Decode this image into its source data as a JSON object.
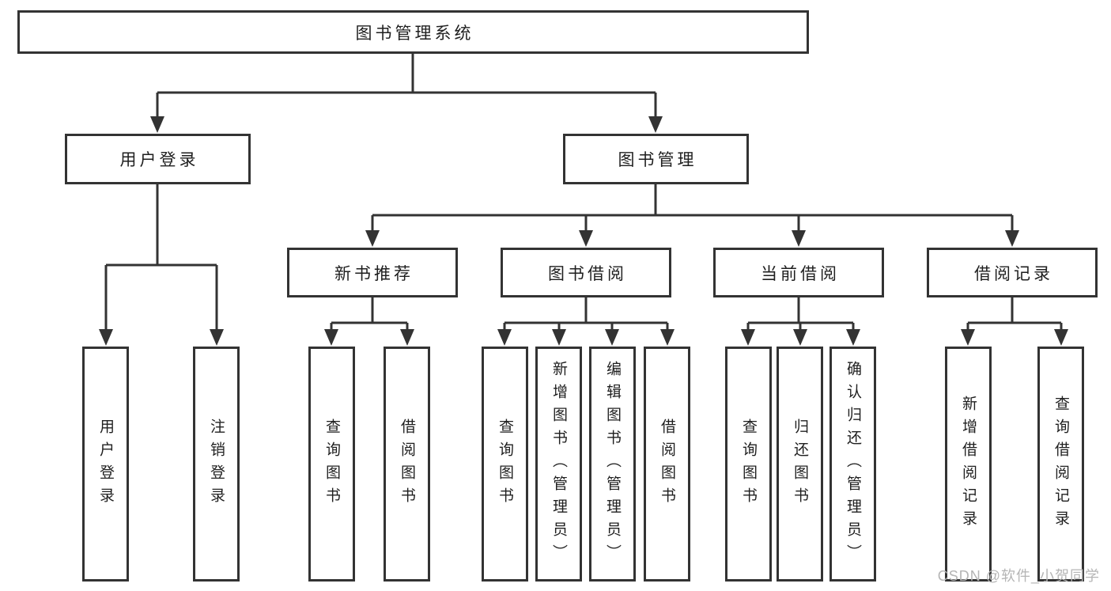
{
  "diagram": {
    "root": {
      "label": "图书管理系统"
    },
    "level2": [
      {
        "label": "用户登录"
      },
      {
        "label": "图书管理"
      }
    ],
    "level3": [
      {
        "label": "新书推荐"
      },
      {
        "label": "图书借阅"
      },
      {
        "label": "当前借阅"
      },
      {
        "label": "借阅记录"
      }
    ],
    "leaves": {
      "user": [
        "用户登录",
        "注销登录"
      ],
      "recommend": [
        "查询图书",
        "借阅图书"
      ],
      "borrow": [
        "查询图书",
        "新增图书（管理员）",
        "编辑图书（管理员）",
        "借阅图书"
      ],
      "current": [
        "查询图书",
        "归还图书",
        "确认归还（管理员）"
      ],
      "records": [
        "新增借阅记录",
        "查询借阅记录"
      ]
    }
  },
  "watermark": {
    "text": "CSDN @软件_小贺同学"
  },
  "colors": {
    "line": "#333333",
    "text": "#1f1f1f",
    "background": "#ffffff",
    "watermark": "#b5b5b5"
  }
}
